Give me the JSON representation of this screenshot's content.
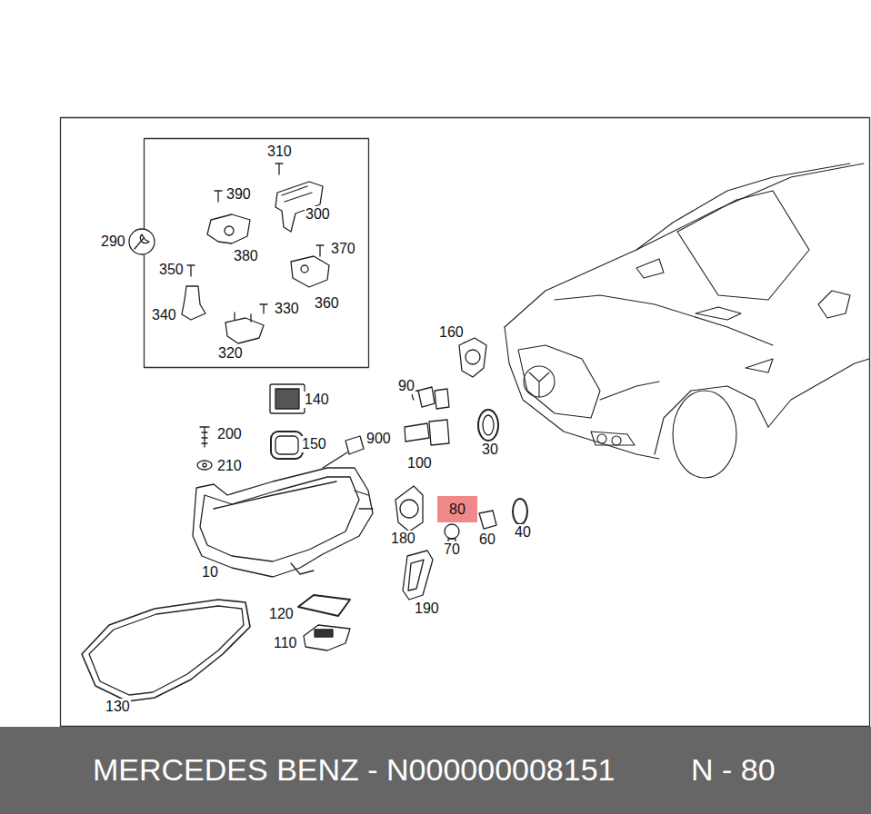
{
  "diagram": {
    "nodes": [
      {
        "text": [
          "80"
        ]
      },
      {
        "text": [
          "MERCEDES BENZ - N000000008151",
          "N - 80"
        ]
      }
    ],
    "labels": [
      "310",
      "390",
      "300",
      "290",
      "380",
      "370",
      "350",
      "360",
      "340",
      "330",
      "320",
      "160",
      "90",
      "140",
      "30",
      "200",
      "900",
      "150",
      "100",
      "210",
      "180",
      "70",
      "60",
      "40",
      "10",
      "190",
      "120",
      "110",
      "130"
    ]
  }
}
